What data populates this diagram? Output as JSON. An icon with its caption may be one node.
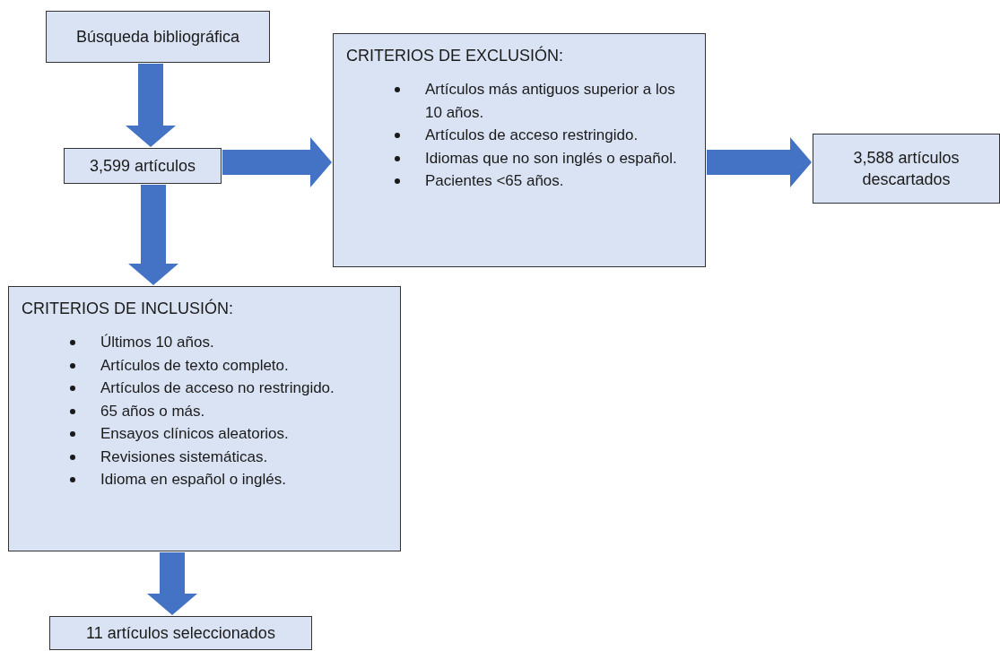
{
  "diagram": {
    "nodes": [
      {
        "text": [
          "Búsqueda bibliográfica"
        ]
      },
      {
        "text": [
          "3,599 artículos"
        ]
      },
      {
        "text": [
          "CRITERIOS DE EXCLUSIÓN:",
          "Artículos más antiguos superior a los 10 años.",
          "Artículos de acceso restringido.",
          "Idiomas que no son inglés o español.",
          "Pacientes <65 años."
        ]
      },
      {
        "text": [
          "3,588 artículos descartados"
        ]
      },
      {
        "text": [
          "CRITERIOS DE INCLUSIÓN:",
          "Últimos 10 años.",
          "Artículos de texto completo.",
          "Artículos de acceso no restringido.",
          "65 años o más.",
          "Ensayos clínicos aleatorios.",
          "Revisiones sistemáticas.",
          "Idioma en español o inglés."
        ]
      },
      {
        "text": [
          "11 artículos seleccionados"
        ]
      }
    ],
    "edges": [
      {
        "from": 0,
        "to": 1,
        "arrow": "to"
      },
      {
        "from": 1,
        "to": 2,
        "arrow": "to"
      },
      {
        "from": 2,
        "to": 3,
        "arrow": "to"
      },
      {
        "from": 1,
        "to": 4,
        "arrow": "to"
      },
      {
        "from": 4,
        "to": 5,
        "arrow": "to"
      }
    ]
  }
}
